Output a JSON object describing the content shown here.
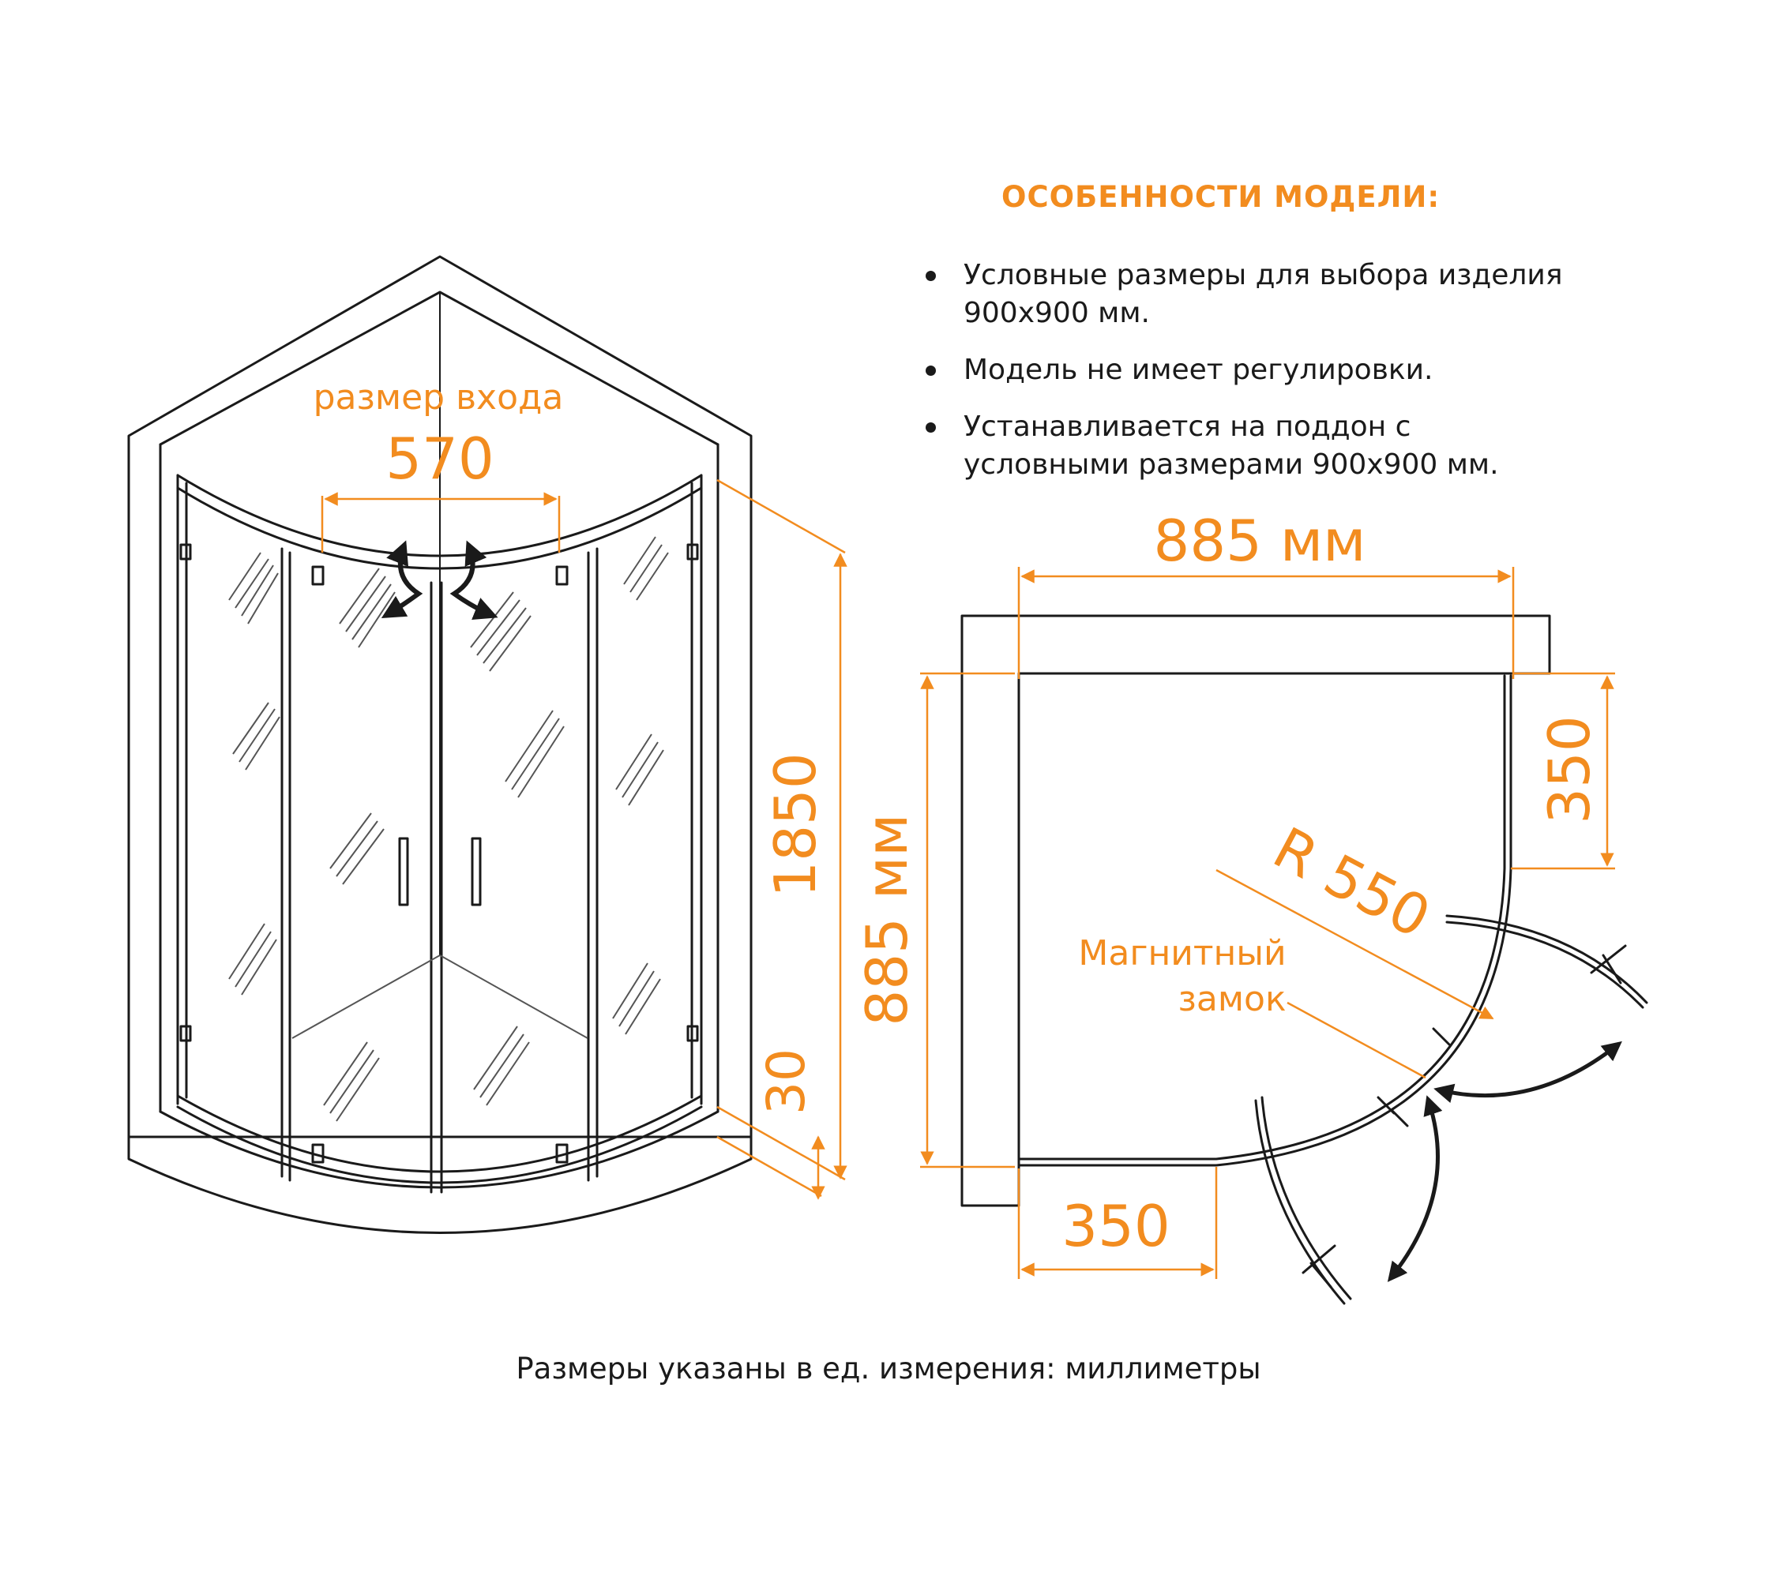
{
  "features": {
    "heading": "ОСОБЕННОСТИ МОДЕЛИ:",
    "items": [
      "Условные размеры для выбора изделия 900x900 мм.",
      "Модель не имеет регулировки.",
      "Устанавливается на поддон с условными размерами 900x900 мм."
    ]
  },
  "iso": {
    "entrance_label": "размер входа",
    "entrance_value": "570",
    "height_value": "1850",
    "tray_value": "30"
  },
  "plan": {
    "width_label": "885 мм",
    "depth_label": "885 мм",
    "side_top_value": "350",
    "side_bottom_value": "350",
    "radius_label": "R 550",
    "lock_label_line1": "Магнитный",
    "lock_label_line2": "замок"
  },
  "footnote": "Размеры указаны в ед. измерения: миллиметры",
  "colors": {
    "accent": "#f28c1f",
    "line": "#1a1a1a"
  }
}
